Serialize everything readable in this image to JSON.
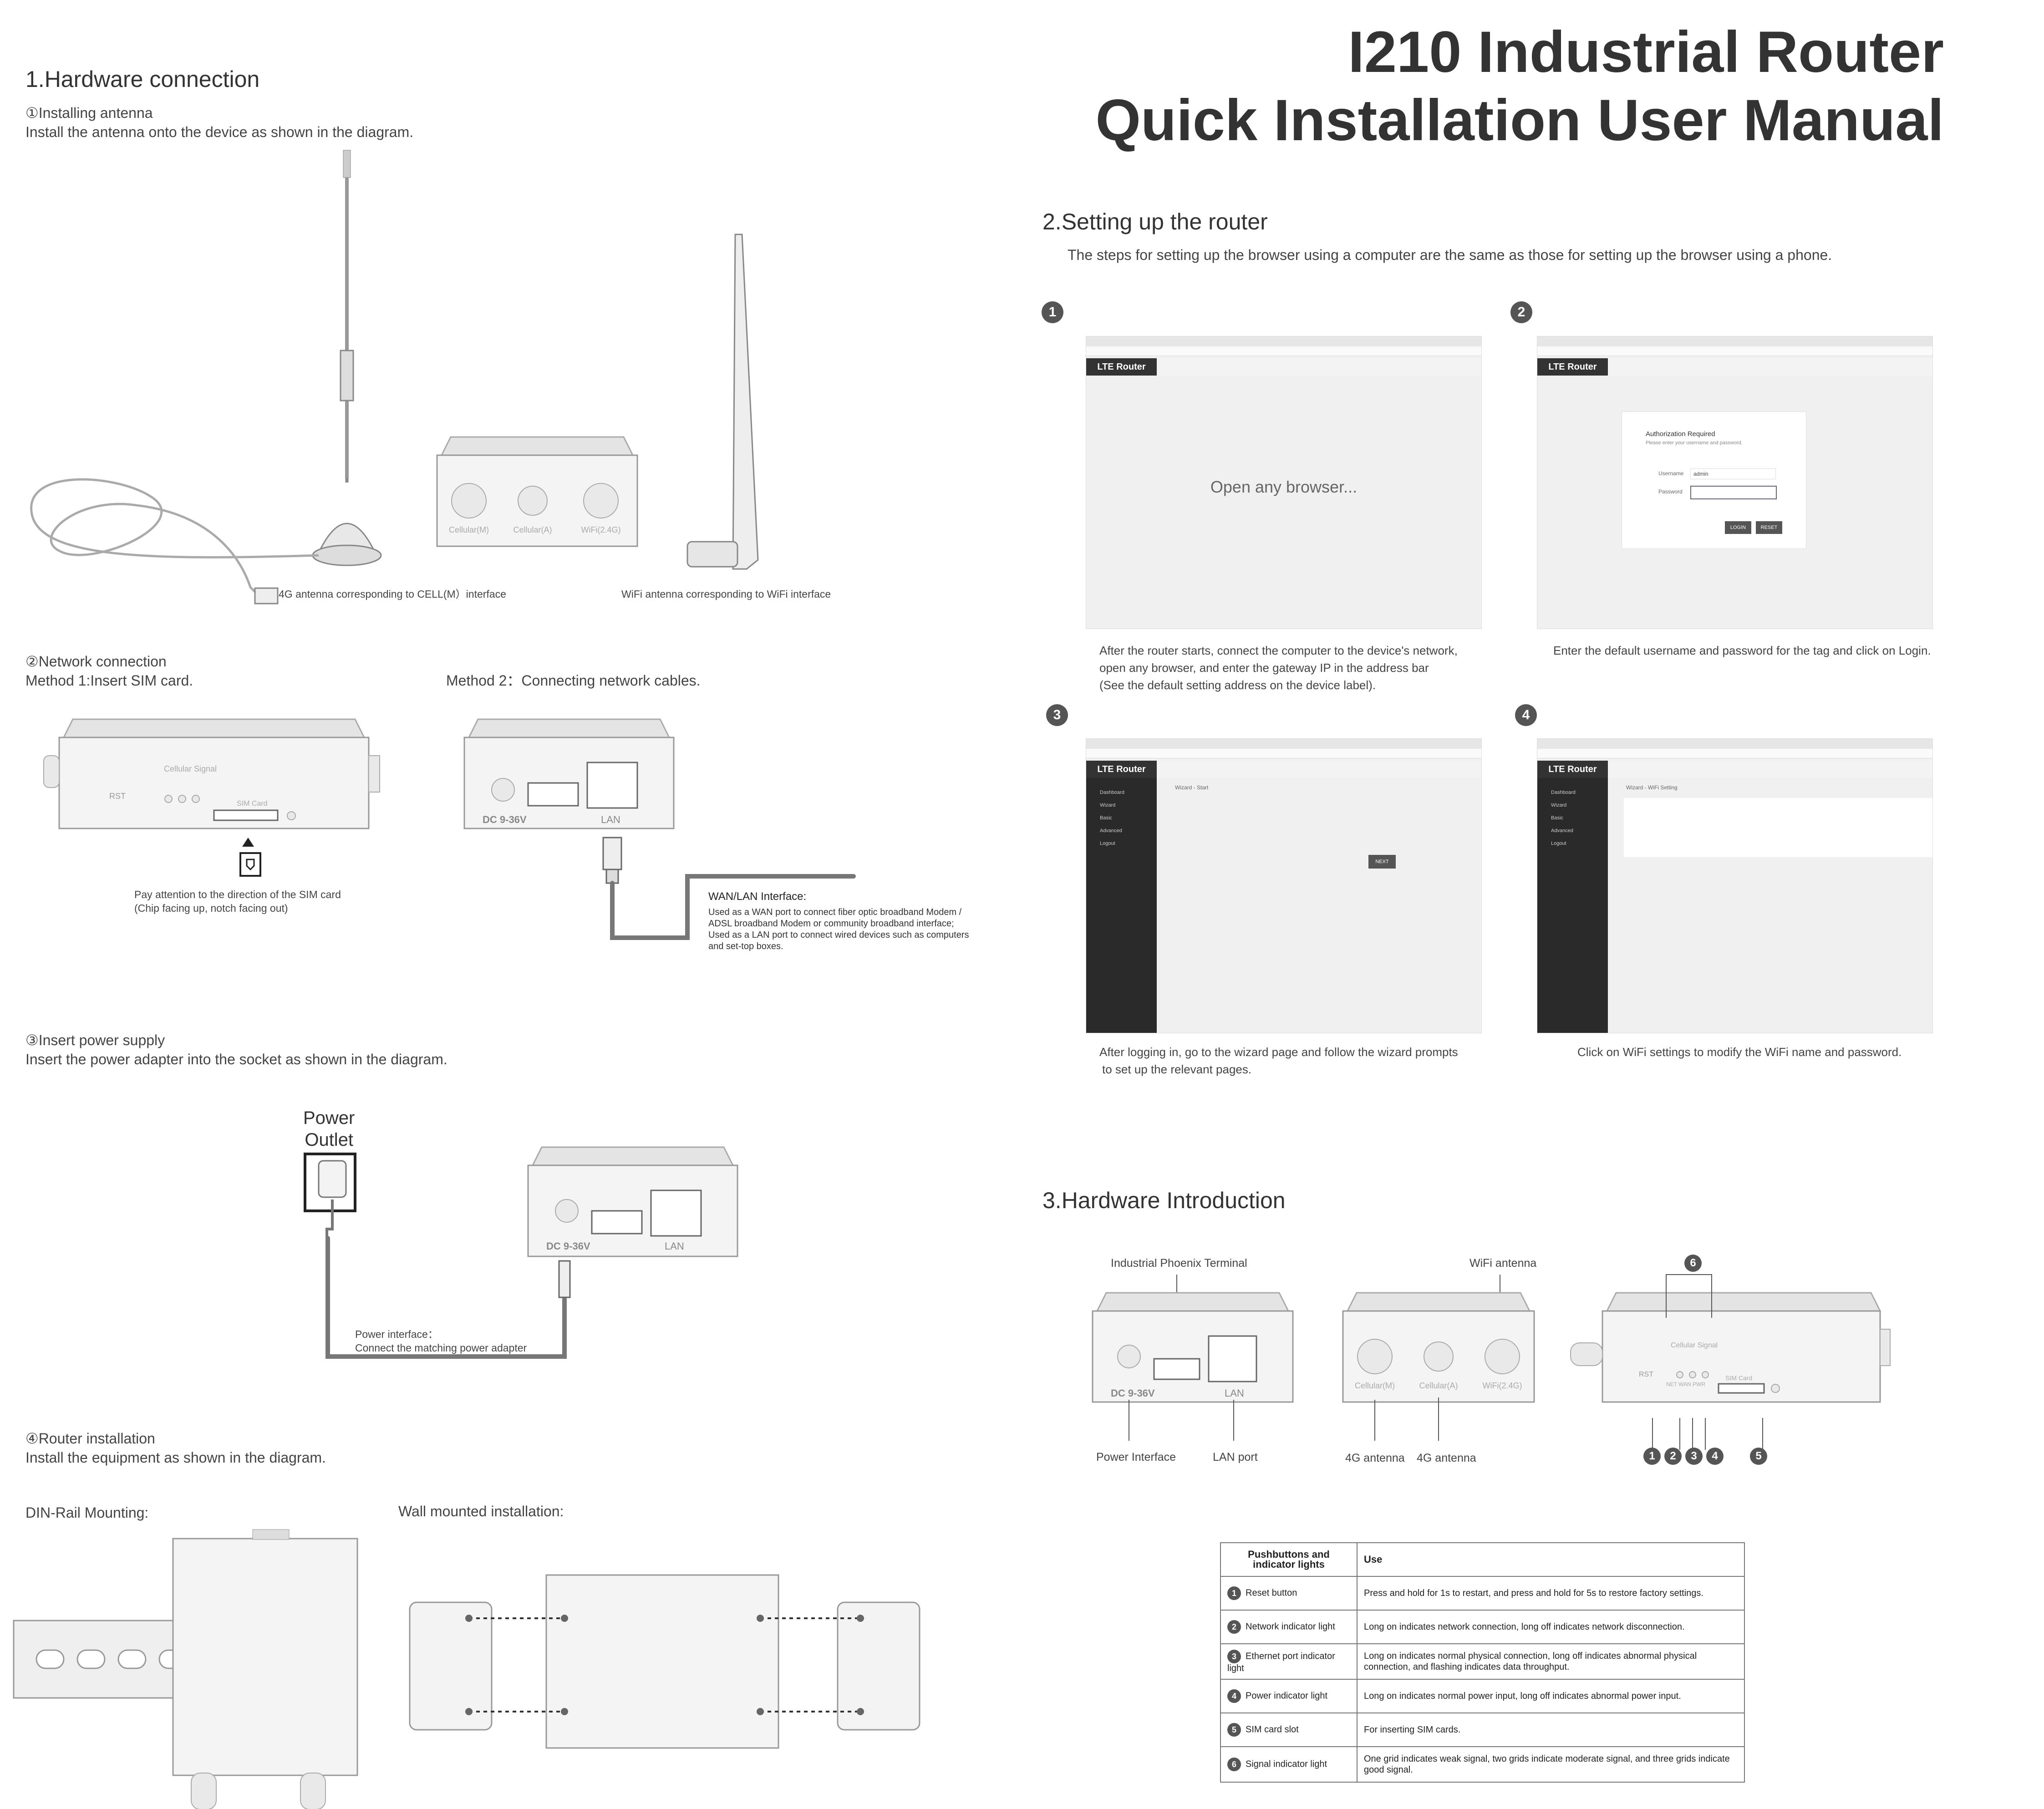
{
  "title": {
    "line1": "I210 Industrial Router",
    "line2": "Quick Installation User Manual"
  },
  "section1": {
    "heading": "1.Hardware connection",
    "step1_title": "①Installing antenna",
    "step1_text": "Install the antenna onto the device as shown in the diagram.",
    "cap_4g": "4G antenna corresponding to CELL(M）interface",
    "cap_wifi": "WiFi antenna corresponding to WiFi interface",
    "device_labels": [
      "Cellular(M)",
      "Cellular(A)",
      "WiFi(2.4G)"
    ],
    "step2_title": "②Network connection",
    "method1": "Method 1:Insert SIM card.",
    "method2": "Method 2：Connecting network cables.",
    "sim_cap1": "Pay attention to the direction of the SIM card",
    "sim_cap2": "(Chip facing up, notch facing out)",
    "wan_title": "WAN/LAN Interface:",
    "wan_lines": [
      "Used as a WAN port to connect fiber optic broadband Modem /",
      "ADSL broadband Modem or community broadband interface;",
      "Used as a LAN port to connect wired devices such as computers",
      "and set-top boxes."
    ],
    "step3_title": "③Insert power supply",
    "step3_text": "Insert the power adapter into the socket as shown in the diagram.",
    "power_outlet_1": "Power",
    "power_outlet_2": "Outlet",
    "power_if_1": "Power interface：",
    "power_if_2": "Connect the matching power adapter",
    "dc_label": "DC 9-36V",
    "lan_label": "LAN",
    "step4_title": "④Router installation",
    "step4_text": "Install the equipment as shown in the diagram.",
    "din_label": "DIN-Rail Mounting:",
    "wall_label": "Wall mounted installation:"
  },
  "section2": {
    "heading": "2.Setting up the router",
    "intro": "The steps for setting up the browser using a computer are the same as those for setting up the browser using a phone.",
    "brand": "LTE Router",
    "open_browser": "Open any browser...",
    "auth_title": "Authorization Required",
    "auth_sub": "Please enter your username and password.",
    "username_label": "Username",
    "username_value": "admin",
    "password_label": "Password",
    "login_btn": "LOGIN",
    "reset_btn": "RESET",
    "next_btn": "NEXT",
    "menu": [
      "Dashboard",
      "Wizard",
      "Basic",
      "Advanced",
      "Logout"
    ],
    "wizard_title": "Wizard - Start",
    "wifi_title": "Wizard - WiFi Setting",
    "cap1": [
      "After the router starts, connect the computer to the device's network,",
      "open any browser, and enter the gateway IP in the address bar",
      "(See the default setting address on the device label)."
    ],
    "cap2": "Enter the default username and password for the tag and click on Login.",
    "cap3": [
      "After logging in, go to the wizard page and follow the wizard prompts",
      "to set up the relevant pages."
    ],
    "cap4": "Click on WiFi settings to modify the WiFi name and password.",
    "steps": [
      "1",
      "2",
      "3",
      "4"
    ]
  },
  "section3": {
    "heading": "3.Hardware Introduction",
    "phoenix": "Industrial Phoenix Terminal",
    "wifi_ant": "WiFi antenna",
    "power_if": "Power Interface",
    "lan_port": "LAN port",
    "ant_4g_1": "4G antenna",
    "ant_4g_2": "4G antenna",
    "sim_card": "SIM Card",
    "rst": "RST",
    "led_labels": "NET WAN PWR",
    "cellular_signal": "Cellular Signal",
    "callouts": [
      "1",
      "2",
      "3",
      "4",
      "5",
      "6"
    ],
    "table": {
      "header": [
        "Pushbuttons and indicator lights",
        "Use"
      ],
      "rows": [
        {
          "n": "1",
          "name": "Reset button",
          "use": "Press and hold for 1s to restart, and press and hold for 5s to restore factory settings."
        },
        {
          "n": "2",
          "name": "Network indicator light",
          "use": "Long on indicates network connection, long off indicates network disconnection."
        },
        {
          "n": "3",
          "name": "Ethernet port indicator light",
          "use": "Long on indicates normal physical connection, long off indicates abnormal physical connection, and flashing indicates data throughput."
        },
        {
          "n": "4",
          "name": "Power indicator light",
          "use": "Long on indicates normal power input, long off indicates abnormal power input."
        },
        {
          "n": "5",
          "name": "SIM card slot",
          "use": "For inserting SIM cards."
        },
        {
          "n": "6",
          "name": "Signal indicator light",
          "use": "One grid indicates weak signal, two grids indicate moderate signal, and three grids indicate good signal."
        }
      ]
    }
  }
}
